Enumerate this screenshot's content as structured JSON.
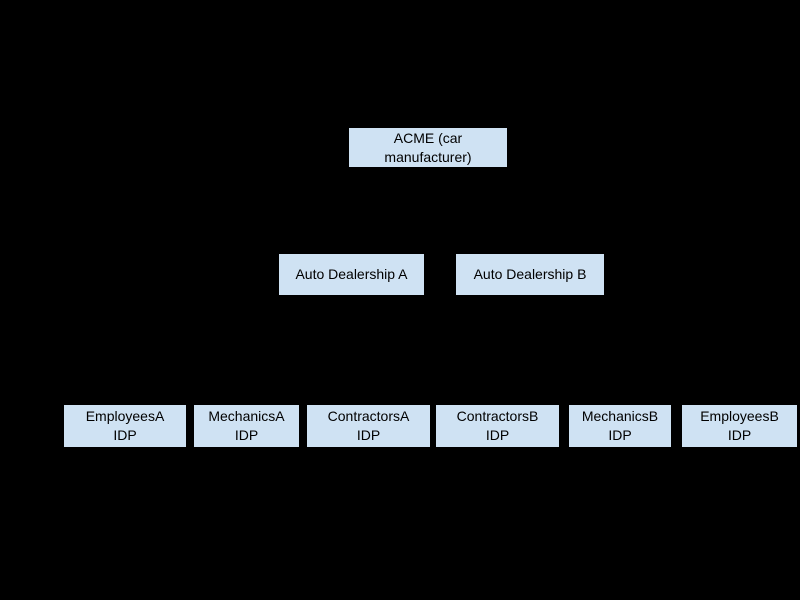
{
  "diagram": {
    "background_color": "#000000",
    "node_fill_color": "#cfe2f3",
    "node_text_color": "#000000",
    "nodes": [
      {
        "id": "acme",
        "level": 1,
        "label": "ACME (car\nmanufacturer)"
      },
      {
        "id": "dealership-a",
        "level": 2,
        "label": "Auto Dealership A"
      },
      {
        "id": "dealership-b",
        "level": 2,
        "label": "Auto Dealership B"
      },
      {
        "id": "employees-a",
        "level": 3,
        "label": "EmployeesA\nIDP"
      },
      {
        "id": "mechanics-a",
        "level": 3,
        "label": "MechanicsA\nIDP"
      },
      {
        "id": "contractors-a",
        "level": 3,
        "label": "ContractorsA\nIDP"
      },
      {
        "id": "contractors-b",
        "level": 3,
        "label": "ContractorsB\nIDP"
      },
      {
        "id": "mechanics-b",
        "level": 3,
        "label": "MechanicsB\nIDP"
      },
      {
        "id": "employees-b",
        "level": 3,
        "label": "EmployeesB\nIDP"
      }
    ]
  }
}
